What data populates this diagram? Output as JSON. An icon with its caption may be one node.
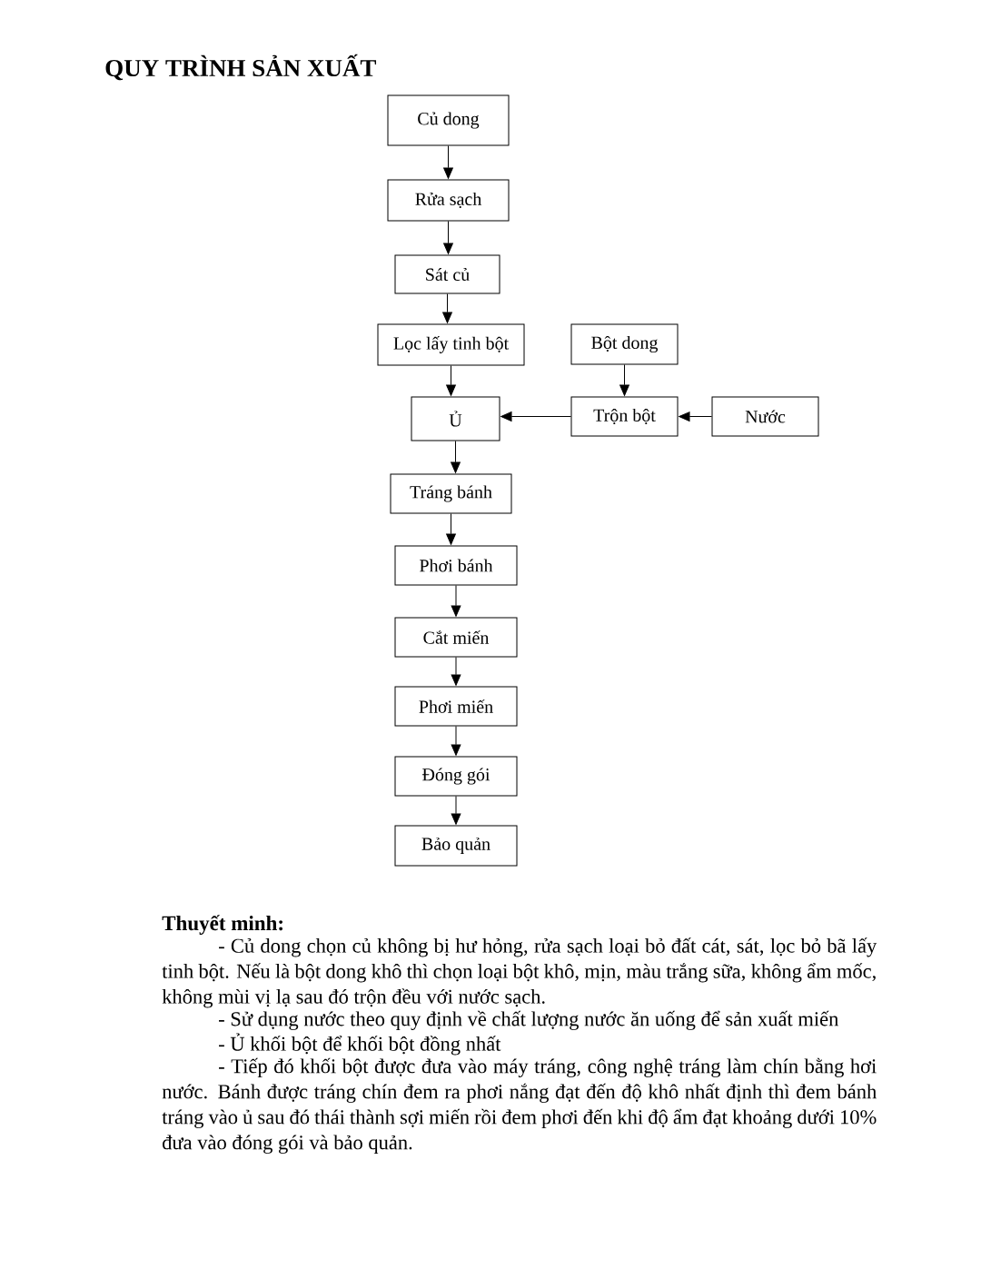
{
  "diagram": {
    "title": "QUY TRÌNH SẢN XUẤT",
    "nodes": [
      {
        "text": [
          "Củ dong"
        ]
      },
      {
        "text": [
          "Rửa sạch"
        ]
      },
      {
        "text": [
          "Sát củ"
        ]
      },
      {
        "text": [
          "Lọc lấy tinh bột"
        ]
      },
      {
        "text": [
          "Bột dong"
        ]
      },
      {
        "text": [
          "Ủ"
        ]
      },
      {
        "text": [
          "Trộn bột"
        ]
      },
      {
        "text": [
          "Nước"
        ]
      },
      {
        "text": [
          "Tráng bánh"
        ]
      },
      {
        "text": [
          "Phơi bánh"
        ]
      },
      {
        "text": [
          "Cắt miến"
        ]
      },
      {
        "text": [
          "Phơi miến"
        ]
      },
      {
        "text": [
          "Đóng gói"
        ]
      },
      {
        "text": [
          "Bảo quản"
        ]
      }
    ],
    "edges": [
      {
        "from": 0,
        "to": 1,
        "arrow": "to"
      },
      {
        "from": 1,
        "to": 2,
        "arrow": "to"
      },
      {
        "from": 2,
        "to": 3,
        "arrow": "to"
      },
      {
        "from": 3,
        "to": 5,
        "arrow": "to"
      },
      {
        "from": 4,
        "to": 6,
        "arrow": "to"
      },
      {
        "from": 6,
        "to": 5,
        "arrow": "to"
      },
      {
        "from": 7,
        "to": 6,
        "arrow": "to"
      },
      {
        "from": 5,
        "to": 8,
        "arrow": "to"
      },
      {
        "from": 8,
        "to": 9,
        "arrow": "to"
      },
      {
        "from": 9,
        "to": 10,
        "arrow": "to"
      },
      {
        "from": 10,
        "to": 11,
        "arrow": "to"
      },
      {
        "from": 11,
        "to": 12,
        "arrow": "to"
      },
      {
        "from": 12,
        "to": 13,
        "arrow": "to"
      }
    ],
    "labels": [
      "Thuyết minh:",
      "- Củ dong chọn củ không bị hư hỏng, rửa sạch loại bỏ đất cát, sát, lọc bỏ bã lấy tinh bột. Nếu là bột dong khô thì chọn loại bột khô, mịn, màu trắng sữa, không ẩm mốc, không mùi vị lạ sau đó trộn đều với nước sạch.",
      "- Sử dụng nước theo quy định về chất lượng nước ăn uống để sản xuất miến",
      "- Ủ khối bột để khối bột đồng nhất",
      "- Tiếp đó khối bột được đưa vào máy tráng, công nghệ tráng làm chín bằng hơi nước. Bánh được tráng chín đem ra phơi nắng đạt đến độ khô nhất định thì đem bánh tráng vào ủ sau đó thái thành sợi miến rồi đem phơi đến khi độ ẩm đạt khoảng dưới 10% đưa vào đóng gói và bảo quản."
    ]
  }
}
